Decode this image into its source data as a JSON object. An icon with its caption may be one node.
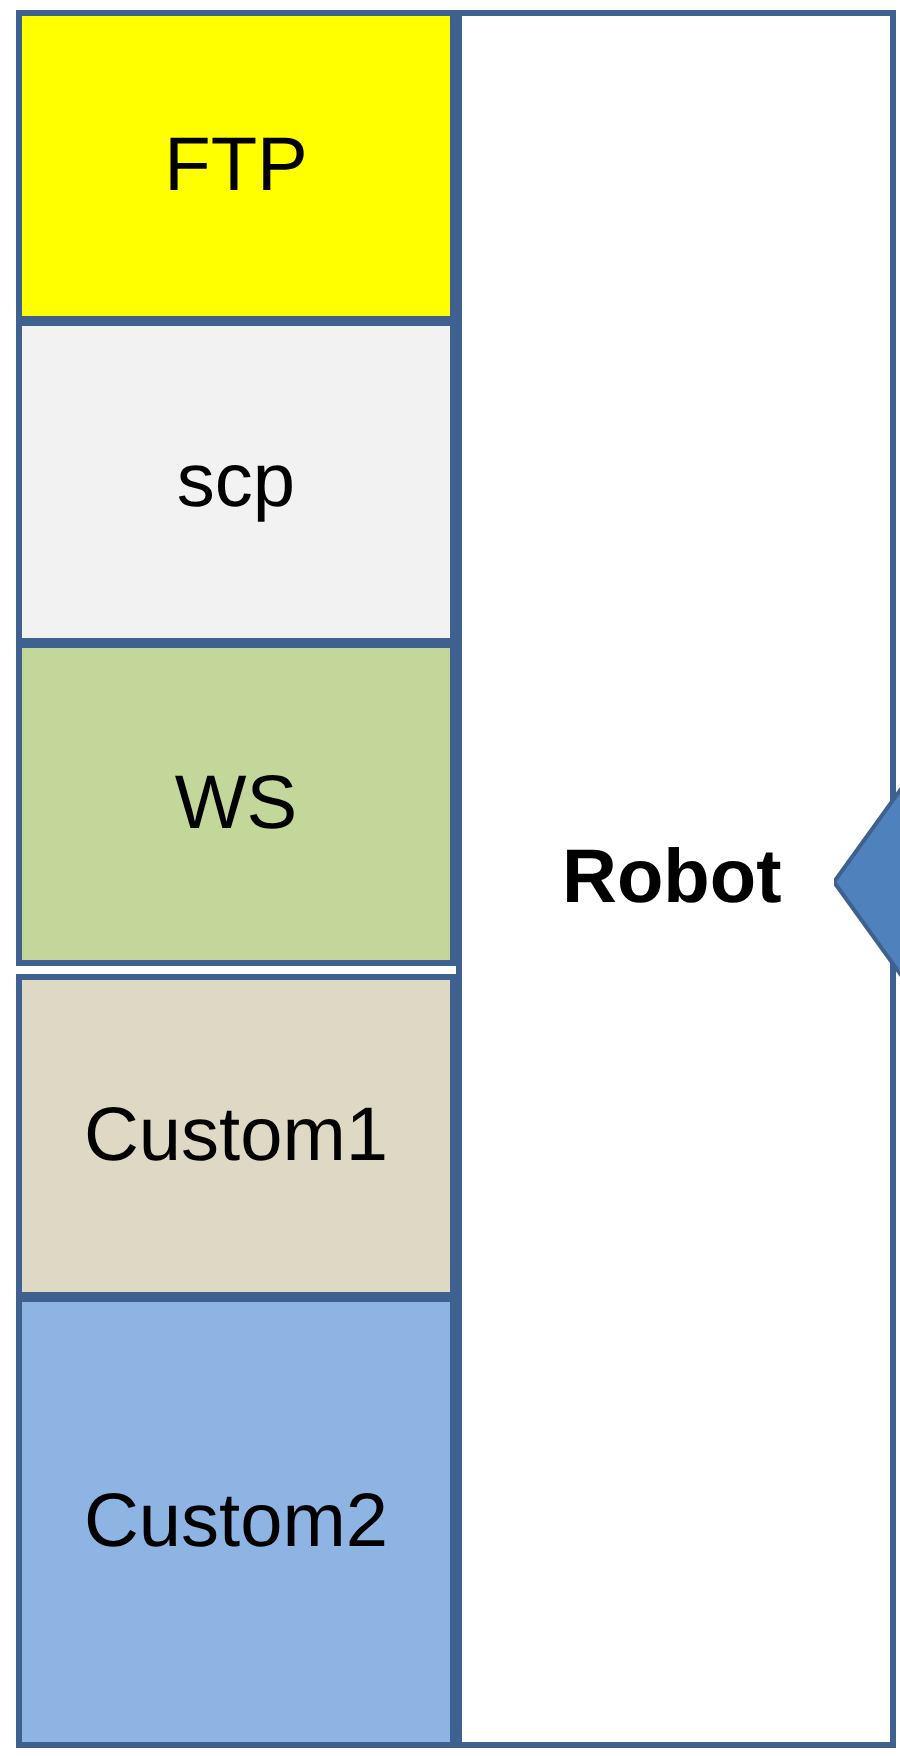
{
  "diagram": {
    "nodes": [
      {
        "text": [
          "FTP"
        ]
      },
      {
        "text": [
          "scp"
        ]
      },
      {
        "text": [
          "WS"
        ]
      },
      {
        "text": [
          "Custom1"
        ]
      },
      {
        "text": [
          "Custom2"
        ]
      },
      {
        "text": [
          "Robot"
        ]
      }
    ],
    "edges": [
      {
        "from": null,
        "to": 5,
        "arrow": "to"
      }
    ]
  }
}
